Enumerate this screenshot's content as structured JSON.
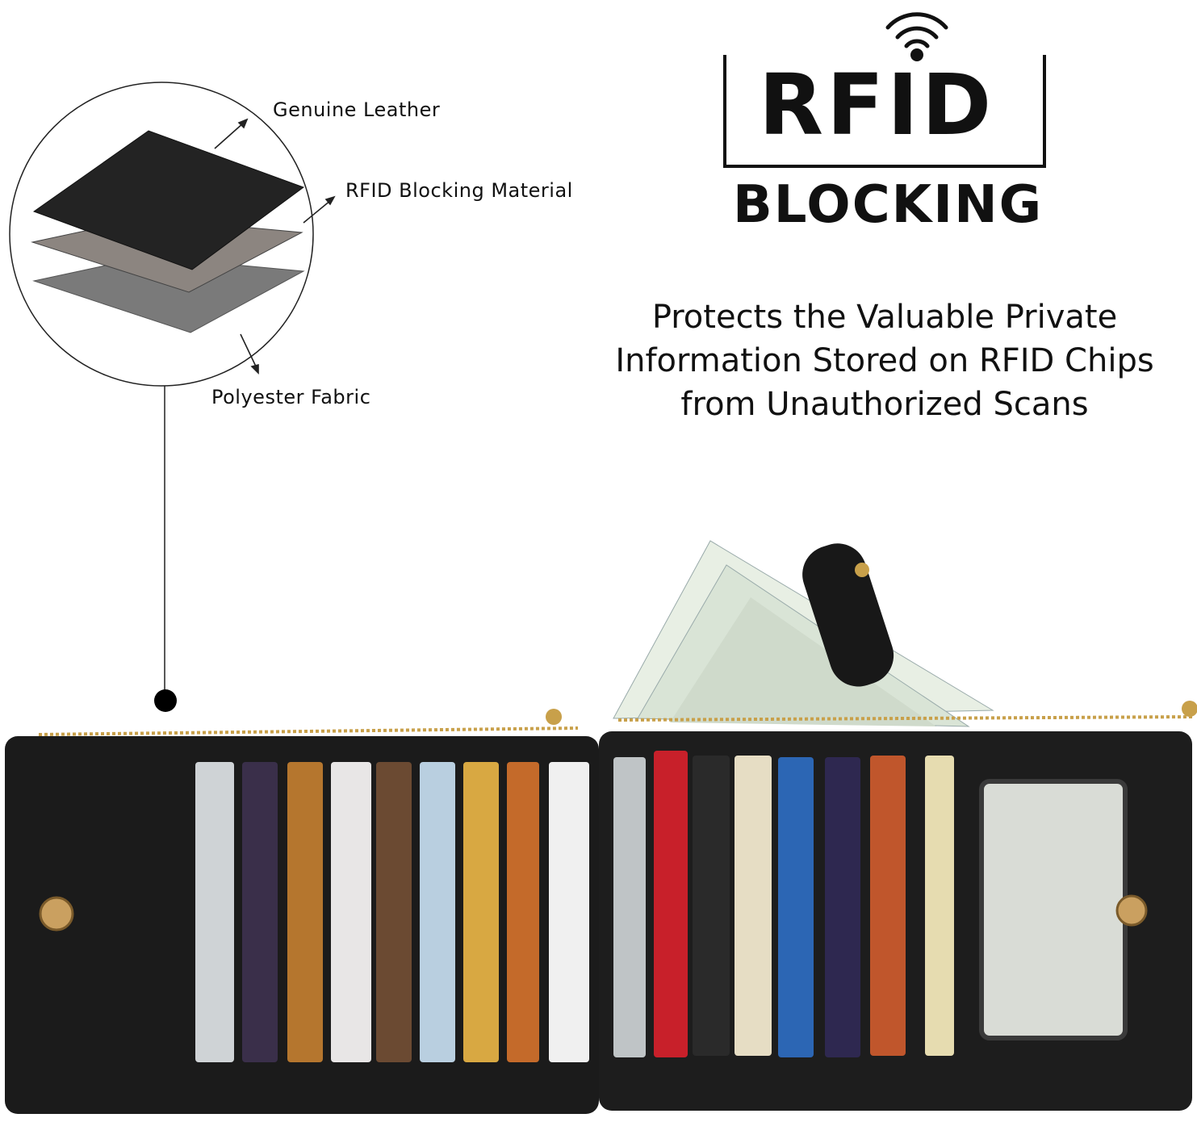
{
  "layers": {
    "genuine_leather": "Genuine Leather",
    "rfid_material": "RFID Blocking Material",
    "polyester": "Polyester Fabric"
  },
  "badge": {
    "title": "RFID",
    "subtitle": "BLOCKING",
    "icon": "wifi-signal-icon"
  },
  "tagline": {
    "line1": "Protects the Valuable Private",
    "line2": "Information Stored on RFID Chips",
    "line3": "from Unauthorized Scans"
  },
  "colors": {
    "ink": "#111111",
    "leather": "#1c1c1c",
    "zipper": "#c8a04a"
  }
}
